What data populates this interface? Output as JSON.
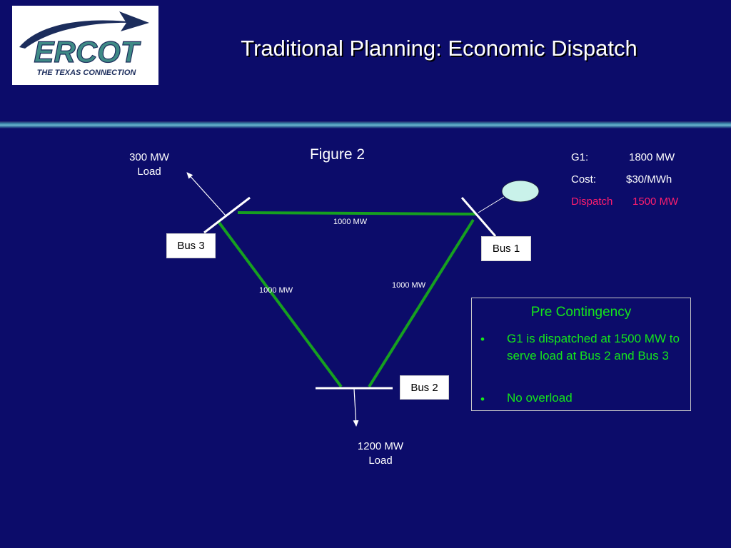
{
  "header": {
    "title": "Traditional Planning: Economic Dispatch",
    "logo": {
      "wordmark": "ERCOT",
      "tagline": "THE TEXAS CONNECTION",
      "colors": {
        "wordmark": "#3f8a86",
        "swoosh": "#1c2d5c",
        "tagline": "#1c2d5c"
      }
    }
  },
  "figure": {
    "label": "Figure 2",
    "buses": {
      "bus1": "Bus 1",
      "bus2": "Bus 2",
      "bus3": "Bus 3"
    },
    "loads": {
      "bus3": {
        "value": "300 MW",
        "label": "Load"
      },
      "bus2": {
        "value": "1200 MW",
        "label": "Load"
      }
    },
    "flows": {
      "bus3_bus1": "1000 MW",
      "bus3_bus2": "1000 MW",
      "bus1_bus2": "1000 MW"
    },
    "generator_icon": "generator-oval-icon"
  },
  "generator_info": {
    "g1_label": "G1:",
    "g1_value": "1800 MW",
    "cost_label": "Cost:",
    "cost_value": "$30/MWh",
    "dispatch_label": "Dispatch",
    "dispatch_value": "1500 MW"
  },
  "pre_contingency": {
    "title": "Pre Contingency",
    "bullet_symbol": "•",
    "bullets": [
      "G1 is dispatched at 1500 MW to serve load at Bus 2 and Bus 3",
      "No overload"
    ]
  },
  "colors": {
    "background": "#0c0c6a",
    "line": "#16a020",
    "generator": "#c9f2ea",
    "dispatch": "#ff1e6e",
    "pre_contingency_text": "#14e61a"
  }
}
